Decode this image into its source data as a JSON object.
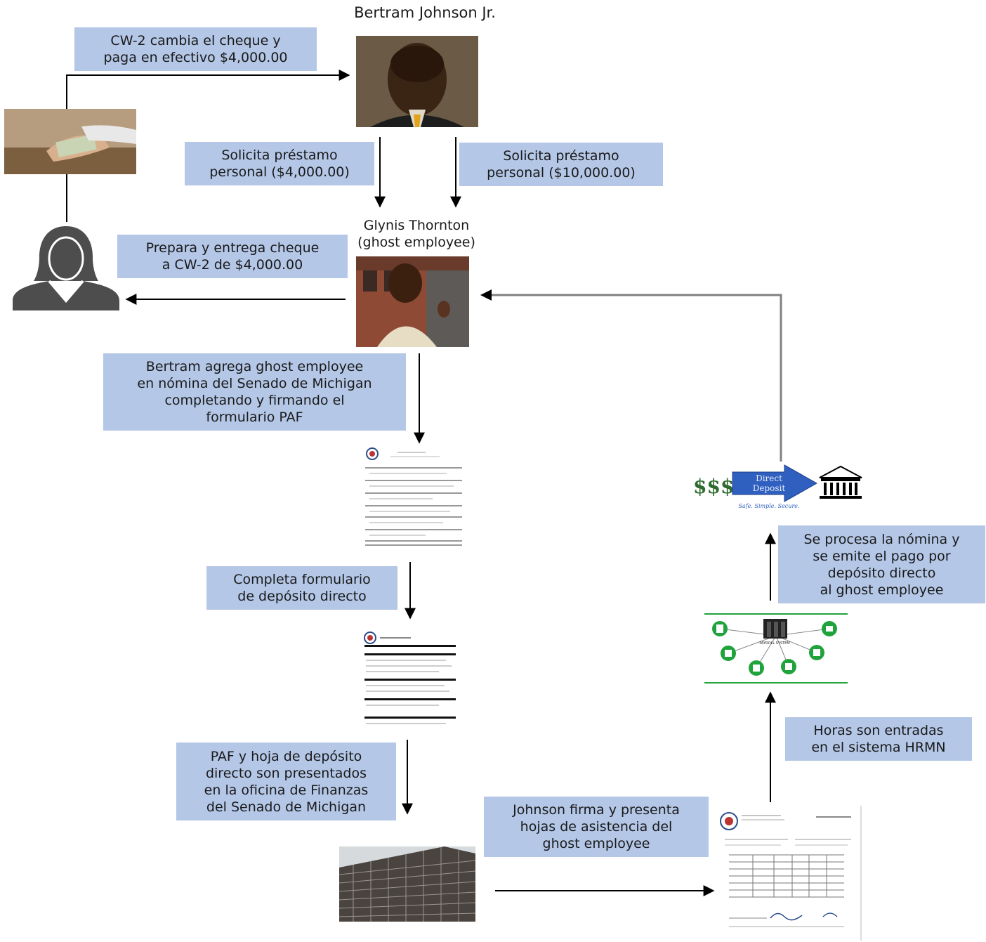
{
  "people": {
    "top_name": "Bertram Johnson Jr.",
    "ghost_name": [
      "Glynis Thornton",
      "(ghost employee)"
    ]
  },
  "boxes": {
    "cash": [
      "CW-2 cambia el cheque y",
      "paga en  efectivo $4,000.00"
    ],
    "loan_a": [
      "Solicita préstamo",
      "personal ($4,000.00)"
    ],
    "loan_b": [
      "Solicita préstamo",
      "personal ($10,000.00)"
    ],
    "check": [
      "Prepara y entrega  cheque",
      "a CW-2 de $4,000.00"
    ],
    "add_ghost": [
      "Bertram  agrega ghost employee",
      "en  nómina del Senado de Michigan",
      "completando y firmando el",
      "formulario PAF"
    ],
    "dd_form": [
      "Completa formulario",
      "de  depósito directo"
    ],
    "present": [
      "PAF y hoja de depósito",
      "directo son presentados",
      "en  la oficina de Finanzas",
      "del Senado de Michigan"
    ],
    "timesheets": [
      "Johnson firma y presenta",
      "hojas de asistencia del",
      "ghost employee"
    ],
    "hours": [
      "Horas son entradas",
      "en  el sistema HRMN"
    ],
    "payroll": [
      "Se procesa la nómina y",
      "se emite el pago por",
      "depósito directo",
      "al ghost employee"
    ]
  },
  "deposit_graphic": {
    "money": "$$$",
    "arrow_text": [
      "Direct",
      "Deposit"
    ],
    "tagline": "Safe. Simple. Secure."
  },
  "payroll_graphic": {
    "center": "PAYROLL SYSTEM"
  },
  "colors": {
    "box_fill": "#b4c7e7",
    "line": "#000000",
    "up_line": "#808080",
    "deposit_arrow": "#2f5fbf",
    "payroll_green": "#1fa33c"
  }
}
